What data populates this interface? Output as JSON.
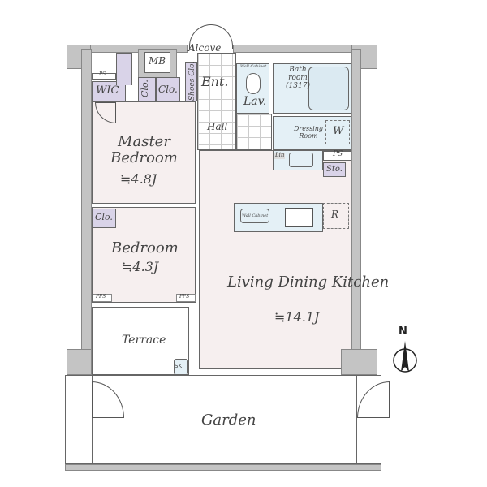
{
  "rooms": {
    "alcove": "Alcove",
    "mb": "MB",
    "ps_top": "PS",
    "wic": "WIC",
    "clo1": "Clo.",
    "clo2": "Clo.",
    "shoes_clo": "Shoes Clo.",
    "ent": "Ent.",
    "hall": "Hall",
    "wall_cabinet_lav": "Wall Cabinet",
    "lav": "Lav.",
    "bath": "Bath room (1317)",
    "dressing": "Dressing Room",
    "w": "W",
    "lin": "Lin",
    "ps": "PS",
    "sto": "Sto.",
    "master_bedroom": "Master Bedroom",
    "master_area": "≒4.8J",
    "bedroom_clo": "Clo.",
    "bedroom": "Bedroom",
    "bedroom_area": "≒4.3J",
    "pps1": "PPS",
    "pps2": "PPS",
    "wall_cabinet_kitchen": "Wall Cabinet",
    "r": "R",
    "ldk": "Living Dining Kitchen",
    "ldk_area": "≒14.1J",
    "terrace": "Terrace",
    "sk": "SK",
    "garden": "Garden"
  },
  "compass": {
    "label": "N",
    "icon": "north-arrow-icon"
  }
}
